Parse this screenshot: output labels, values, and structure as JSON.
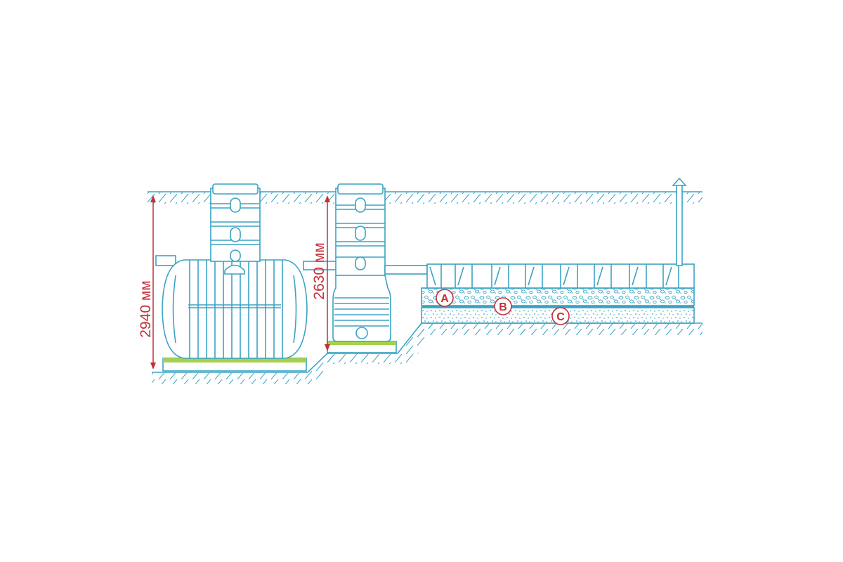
{
  "dimensions": {
    "septic_tank_height": "2940 мм",
    "filter_well_height": "2630 мм"
  },
  "layer_markers": {
    "a": "A",
    "b": "B",
    "c": "C"
  },
  "colors": {
    "line": "#3aa3c4",
    "dimension": "#c4303a",
    "base_pad": "#a6d14a",
    "marker_fill": "#ffffff",
    "background": "#ffffff"
  }
}
